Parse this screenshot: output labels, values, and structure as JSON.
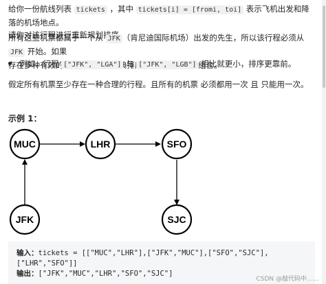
{
  "problem": {
    "para1": {
      "t1": "给你一份航线列表 ",
      "c1": "tickets",
      "t2": " ，其中 ",
      "c2": "tickets[i] = [fromi, toi]",
      "t3": " 表示飞机出发和降落的机场地点。",
      "line2": "请你对该行程进行重新规划排序。"
    },
    "para2": {
      "t1": "所有这些机票都属于一个从 ",
      "c1": "JFK",
      "t2": "（肯尼迪国际机场）出发的先生，所以该行程必须从 ",
      "c2": "JFK",
      "t3": " 开始。如果",
      "line2": "存在多种有效的行程，请你按字典排序返回最小的行程组合。"
    },
    "bullet": {
      "t1": "例如，行程 ",
      "c1": "[\"JFK\", \"LGA\"]",
      "t2": " 与 ",
      "c2": "[\"JFK\", \"LGB\"]",
      "t3": " 相比就更小，排序更靠前。"
    },
    "para3": "假定所有机票至少存在一种合理的行程。且所有的机票 必须都用一次 且 只能用一次。"
  },
  "example": {
    "title": "示例 1：",
    "nodes": {
      "muc": "MUC",
      "lhr": "LHR",
      "sfo": "SFO",
      "jfk": "JFK",
      "sjc": "SJC"
    },
    "input_label": "输入：",
    "input_line1": "tickets = [[\"MUC\",\"LHR\"],[\"JFK\",\"MUC\"],[\"SFO\",\"SJC\"],",
    "input_line2": "[\"LHR\",\"SFO\"]]",
    "output_label": "输出：",
    "output_value": "[\"JFK\",\"MUC\",\"LHR\",\"SFO\",\"SJC\"]"
  },
  "watermark": "CSDN @敲代码中……",
  "colors": {
    "text": "#262626",
    "code_bg": "#f0f0f0",
    "io_bg": "#f5f6f7",
    "node_stroke": "#000000"
  }
}
